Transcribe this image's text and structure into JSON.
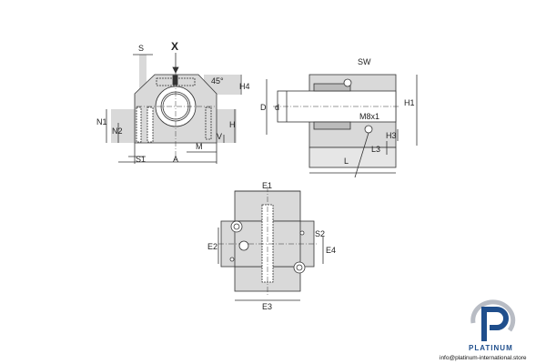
{
  "front_view": {
    "labels": {
      "S": "S",
      "X": "X",
      "angle": "45°",
      "H4": "H4",
      "N1": "N1",
      "N2": "N2",
      "H": "H",
      "V": "V",
      "M": "M",
      "S1": "S1",
      "A": "A"
    }
  },
  "side_view": {
    "labels": {
      "SW": "SW",
      "D": "D",
      "d": "d",
      "H1": "H1",
      "M8x1": "M8x1",
      "H3": "H3",
      "L3": "L3",
      "L": "L"
    }
  },
  "bottom_view": {
    "labels": {
      "E1": "E1",
      "E2": "E2",
      "S2": "S2",
      "E4": "E4",
      "E3": "E3"
    }
  },
  "logo": {
    "brand": "PLATINUM",
    "email": "info@platinum-international.store",
    "colors": {
      "blue": "#1f4e8c",
      "gray": "#b8bcc4"
    }
  },
  "colors": {
    "fill": "#d9d9d9",
    "line": "#333333"
  }
}
